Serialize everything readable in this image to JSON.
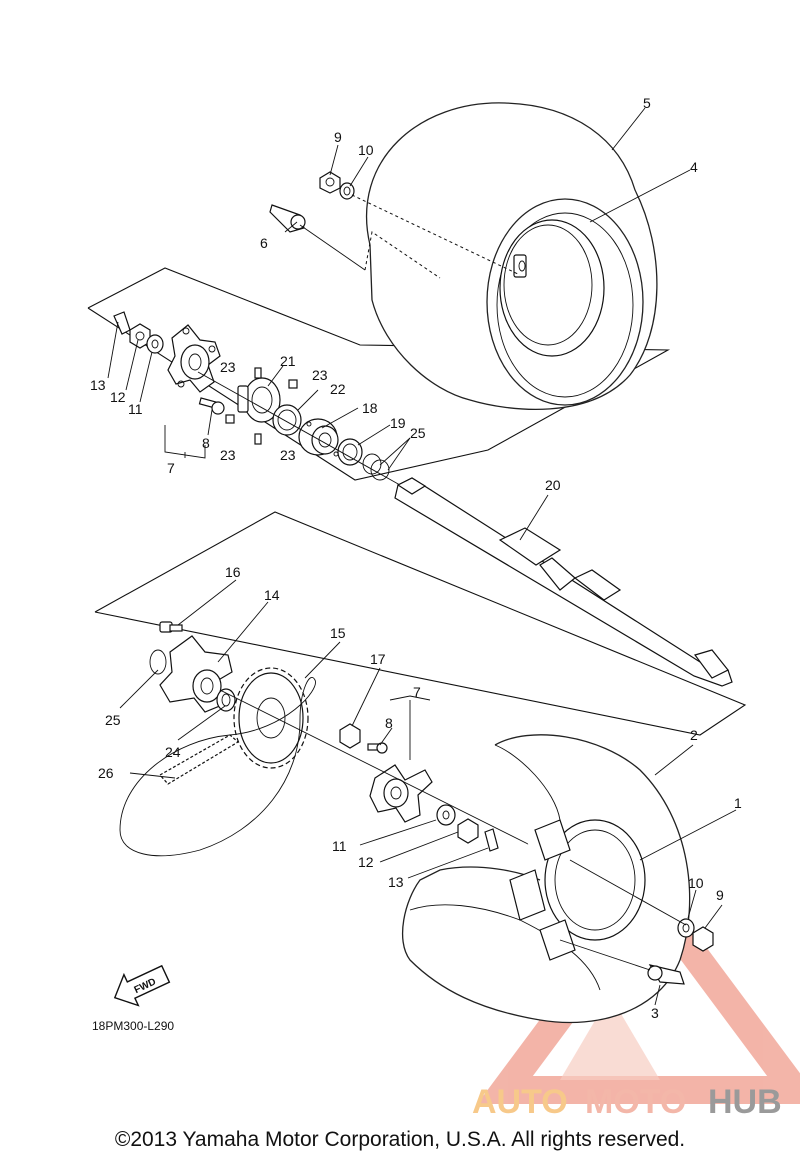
{
  "diagram": {
    "code": "18PM300-L290",
    "fwd_label": "FWD",
    "callouts": {
      "c1": "1",
      "c2": "2",
      "c3": "3",
      "c4": "4",
      "c5": "5",
      "c6": "6",
      "c7a": "7",
      "c7b": "7",
      "c8a": "8",
      "c8b": "8",
      "c9a": "9",
      "c9b": "9",
      "c10a": "10",
      "c10b": "10",
      "c11a": "11",
      "c11b": "11",
      "c12a": "12",
      "c12b": "12",
      "c13a": "13",
      "c13b": "13",
      "c14": "14",
      "c15": "15",
      "c16": "16",
      "c17": "17",
      "c18": "18",
      "c19": "19",
      "c20": "20",
      "c21": "21",
      "c22": "22",
      "c23a": "23",
      "c23b": "23",
      "c23c": "23",
      "c23d": "23",
      "c24": "24",
      "c25a": "25",
      "c25b": "25",
      "c26": "26"
    }
  },
  "watermark": {
    "part1": "AUTO",
    "part2": "MOTO",
    "part3": "HUB",
    "color_primary": "#f3b7a9",
    "color_secondary": "#f7c98a",
    "color_hub": "#9a9a9a"
  },
  "copyright": "©2013 Yamaha Motor Corporation, U.S.A. All rights reserved."
}
